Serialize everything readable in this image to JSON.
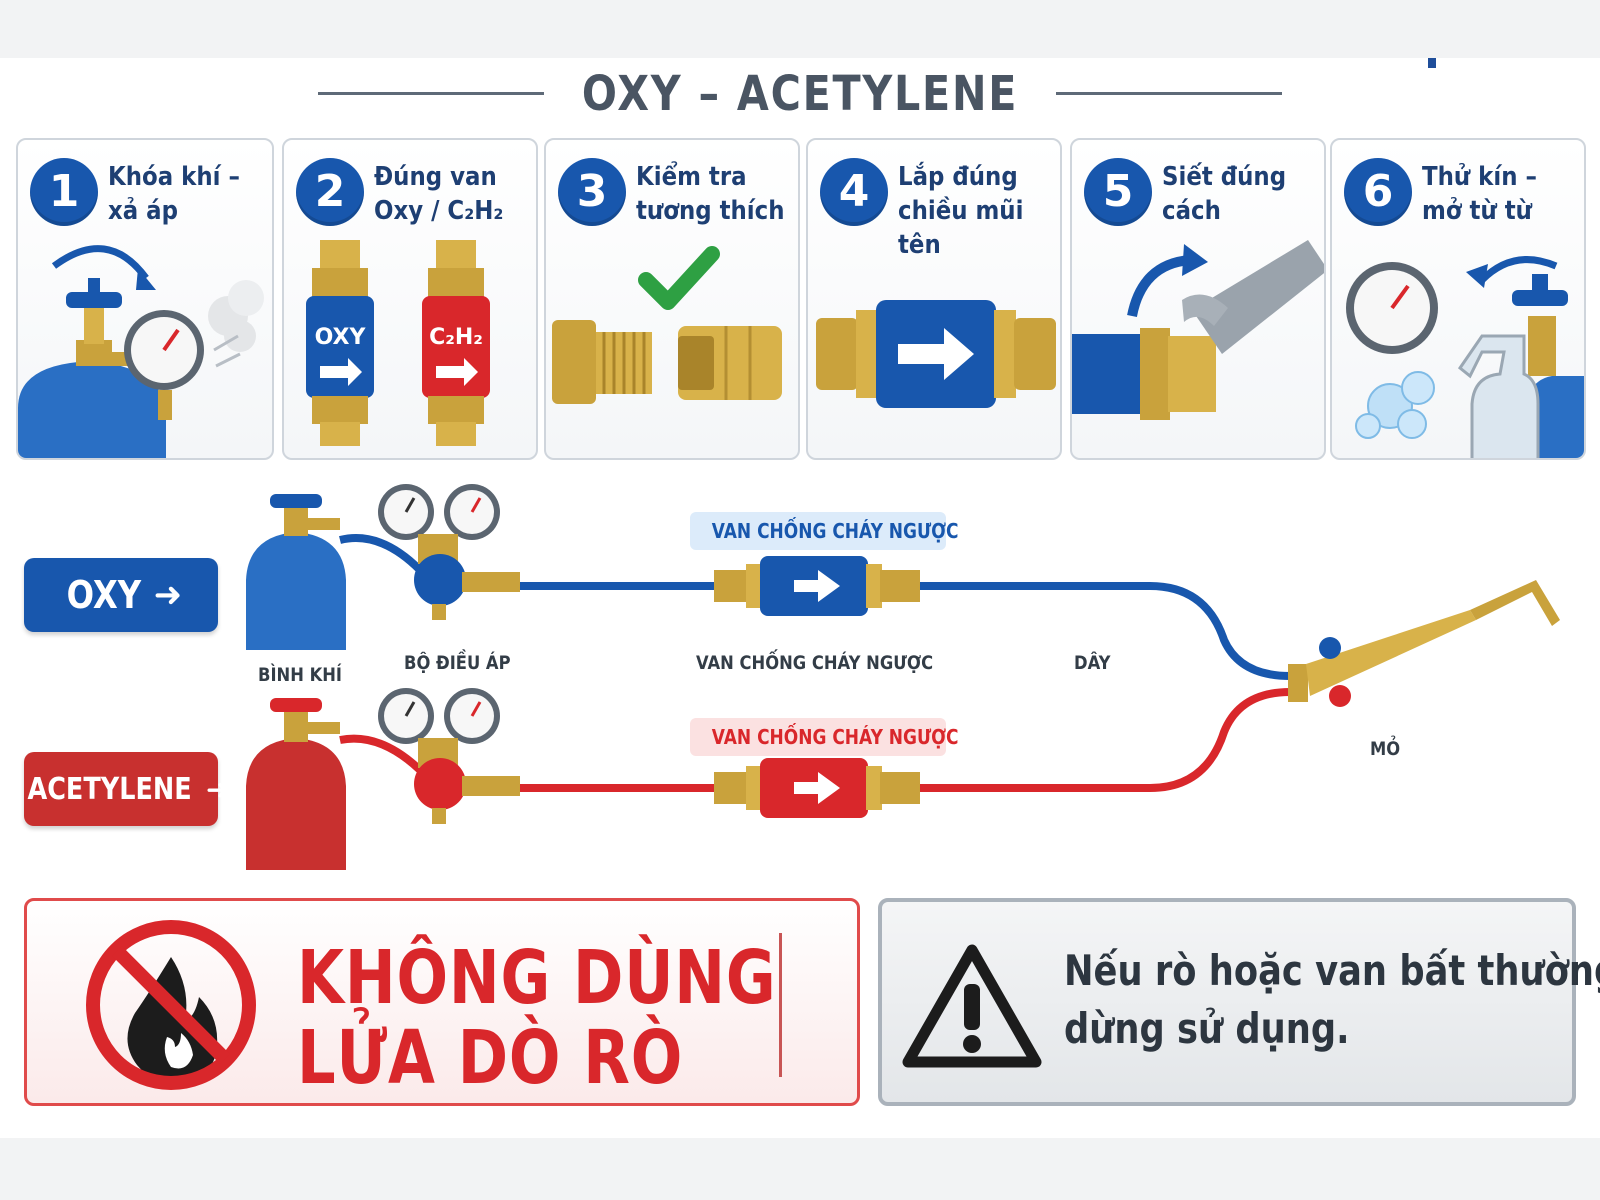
{
  "title": "OXY – ACETYLENE",
  "steps": [
    {
      "number": "1",
      "label": "Khóa khí –\nxả áp",
      "illustration": "valve-gauge-icon"
    },
    {
      "number": "2",
      "label": "Đúng van\nOxy / C₂H₂",
      "illustration": "valve-pair-icon",
      "tags": [
        "OXY",
        "C₂H₂"
      ]
    },
    {
      "number": "3",
      "label": "Kiểm tra\ntương thích",
      "illustration": "fittings-check-icon"
    },
    {
      "number": "4",
      "label": "Lắp đúng\nchiều mũi tên",
      "illustration": "arrow-valve-icon"
    },
    {
      "number": "5",
      "label": "Siết đúng\ncách",
      "illustration": "wrench-icon"
    },
    {
      "number": "6",
      "label": "Thử kín –\nmở từ từ",
      "illustration": "leak-test-icon"
    }
  ],
  "diagram": {
    "oxy_tag": "OXY",
    "acetylene_tag": "ACETYLENE",
    "captions": {
      "cylinder": "BÌNH KHÍ",
      "regulator": "BỘ ĐIỀU ÁP",
      "flashback": "VAN CHỐNG CHÁY NGƯỢC",
      "hose": "DÂY",
      "torch": "MỎ"
    },
    "badge_oxy": "VAN CHỐNG CHÁY NGƯỢC",
    "badge_acetylene": "VAN CHỐNG CHÁY NGƯỢC"
  },
  "warnings": {
    "fire": {
      "line1": "KHÔNG DÙNG",
      "line2": "LỬA DÒ RÒ",
      "icon": "no-fire-icon"
    },
    "stop": {
      "line1": "Nếu rò hoặc van bất thường:",
      "line2": "dừng sử dụng.",
      "icon": "warning-triangle-icon"
    }
  },
  "colors": {
    "oxy": "#1857ad",
    "acetylene": "#d9272b",
    "brass": "#c9a23c",
    "title": "#4a5563"
  }
}
